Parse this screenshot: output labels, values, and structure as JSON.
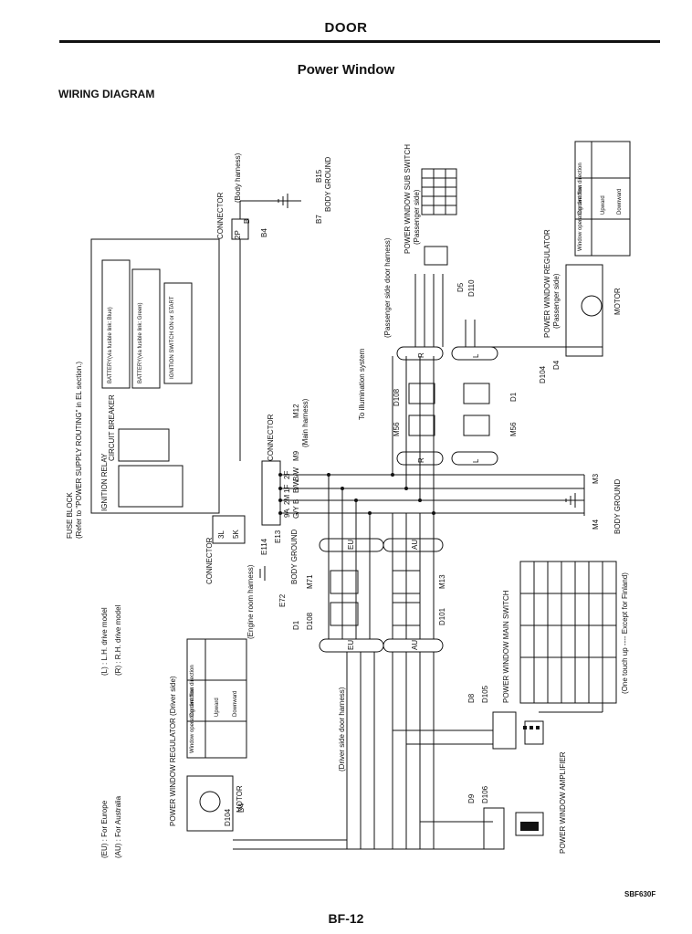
{
  "header": {
    "section": "DOOR",
    "title": "Power Window",
    "subsection": "WIRING DIAGRAM"
  },
  "footer": {
    "page": "BF-12",
    "figure_code": "SBF630F"
  },
  "legend": {
    "eu": {
      "code": "EU",
      "text": ": For Europe"
    },
    "au": {
      "code": "AU",
      "text": ": For Australia"
    },
    "lh": {
      "code": "L",
      "text": ": L.H. drive model"
    },
    "rh": {
      "code": "R",
      "text": ": R.H. drive model"
    }
  },
  "components": {
    "fuse_block": "FUSE BLOCK",
    "fuse_block_ref": "(Refer to \"POWER SUPPLY ROUTING\" in EL section.)",
    "battery_blue": "BATTERY(via fusible link: Blue)",
    "battery_green": "BATTERY(via fusible link: Green)",
    "ignition_switch": "IGNITION SWITCH ON or START",
    "ignition_relay": "IGNITION RELAY",
    "circuit_breaker": "CIRCUIT BREAKER",
    "connector_top": "CONNECTOR",
    "body_harness": "(Body harness)",
    "body_ground": "BODY GROUND",
    "connector_mid": "CONNECTOR",
    "main_harness": "(Main harness)",
    "connector_left": "CONNECTOR",
    "engine_room_harness": "(Engine room harness)",
    "to_illumination": "To illumination system",
    "passenger_door_harness": "(Passenger side door harness)",
    "driver_door_harness": "(Driver side door harness)",
    "sub_switch": "POWER WINDOW SUB SWITCH",
    "sub_switch_side": "(Passenger side)",
    "reg_passenger": "POWER WINDOW REGULATOR",
    "reg_passenger_side": "(Passenger side)",
    "reg_driver": "POWER WINDOW REGULATOR (Driver side)",
    "motor": "MOTOR",
    "main_switch": "POWER WINDOW MAIN SWITCH",
    "amplifier": "POWER WINDOW AMPLIFIER",
    "one_touch_note": "(One touch up ---- Except for Finland)",
    "table_header_dir": "Window operating direction",
    "table_header_flow": "Current flow direction",
    "table_upward": "Upward",
    "table_downward": "Downward"
  },
  "connector_codes": {
    "b15": "B15",
    "b7": "B7",
    "b4": "B4",
    "m9": "M9",
    "m12": "M12",
    "e13": "E13",
    "e114": "E114",
    "e72": "E72",
    "d108_top": "D108",
    "d1": "D1",
    "m56_a": "M56",
    "m56_b": "M56",
    "d104_top": "D104",
    "d4_top": "D4",
    "d5": "D5",
    "d110": "D110",
    "m3": "M3",
    "m4": "M4",
    "m71": "M71",
    "m13": "M13",
    "d1_low": "D1",
    "d108_low": "D108",
    "d101": "D101",
    "d8": "D8",
    "d105": "D105",
    "d9": "D9",
    "d106": "D106",
    "d104_low": "D104",
    "d4_low": "D4"
  },
  "wire_labels": {
    "fuse_2f": "2F",
    "fuse_1f": "1F",
    "fuse_2m": "2M",
    "fuse_9a": "9A",
    "w_r": "B/W",
    "w_w": "B/W",
    "w_b": "B",
    "w_gy": "G/Y",
    "conn_2p": "2P",
    "conn_b": "B",
    "conn_3l": "3L",
    "conn_5k": "5K"
  },
  "harness_codes": {
    "eu": "EU",
    "au": "AU",
    "r": "R",
    "l": "L"
  },
  "wire_colors": {
    "ink": "#111111",
    "paper": "#ffffff"
  }
}
